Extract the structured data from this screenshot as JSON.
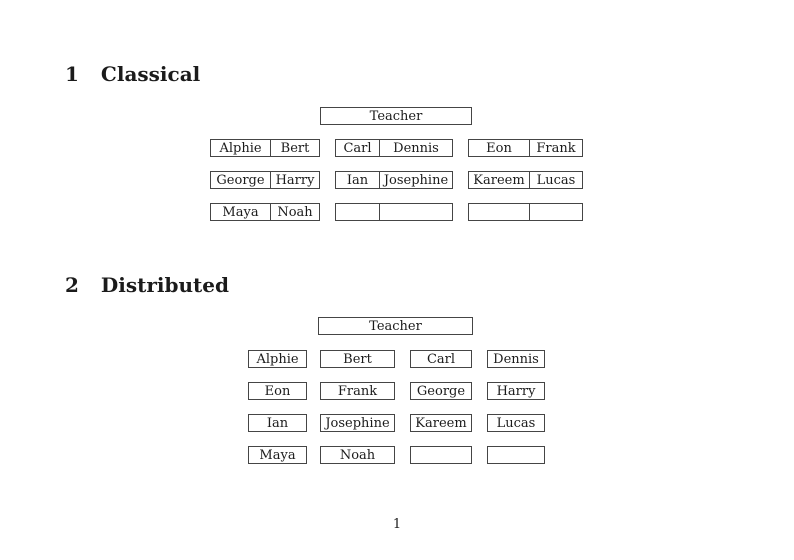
{
  "page_number": "1",
  "sections": {
    "classical": {
      "heading_number": "1",
      "heading_title": "Classical",
      "teacher": "Teacher",
      "rows": [
        [
          [
            "Alphie",
            "Bert"
          ],
          [
            "Carl",
            "Dennis"
          ],
          [
            "Eon",
            "Frank"
          ]
        ],
        [
          [
            "George",
            "Harry"
          ],
          [
            "Ian",
            "Josephine"
          ],
          [
            "Kareem",
            "Lucas"
          ]
        ],
        [
          [
            "Maya",
            "Noah"
          ],
          [
            "",
            ""
          ],
          [
            "",
            ""
          ]
        ]
      ]
    },
    "distributed": {
      "heading_number": "2",
      "heading_title": "Distributed",
      "teacher": "Teacher",
      "rows": [
        [
          "Alphie",
          "Bert",
          "Carl",
          "Dennis"
        ],
        [
          "Eon",
          "Frank",
          "George",
          "Harry"
        ],
        [
          "Ian",
          "Josephine",
          "Kareem",
          "Lucas"
        ],
        [
          "Maya",
          "Noah",
          "",
          ""
        ]
      ]
    }
  }
}
